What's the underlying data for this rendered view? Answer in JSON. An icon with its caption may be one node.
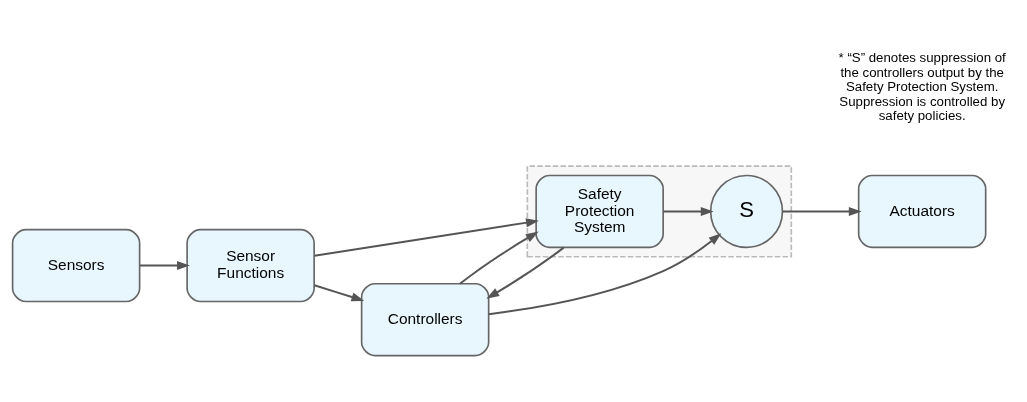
{
  "diagram": {
    "nodes": [
      {
        "text": [
          "Sensors"
        ]
      },
      {
        "text": [
          "Sensor Functions"
        ]
      },
      {
        "text": [
          "Controllers"
        ]
      },
      {
        "text": [],
        "shape": "box"
      },
      {
        "text": [
          "Safety Protection System"
        ],
        "in": 3
      },
      {
        "text": [
          "S"
        ],
        "in": 3
      },
      {
        "text": [
          "Actuators"
        ]
      }
    ],
    "edges": [
      {
        "from": 0,
        "to": 1,
        "arrow": "to"
      },
      {
        "from": 1,
        "to": 2,
        "arrow": "to"
      },
      {
        "from": 1,
        "to": 4,
        "arrow": "to"
      },
      {
        "from": 2,
        "to": 4,
        "arrow": "to"
      },
      {
        "from": 4,
        "to": 2,
        "arrow": "to"
      },
      {
        "from": 2,
        "to": 5,
        "arrow": "to"
      },
      {
        "from": 4,
        "to": 5,
        "arrow": "to"
      },
      {
        "from": 5,
        "to": 6,
        "arrow": "to"
      }
    ],
    "labels": [
      "* “S” denotes suppression of the controllers output by the Safety Protection System. Suppression is controlled by safety policies."
    ]
  }
}
